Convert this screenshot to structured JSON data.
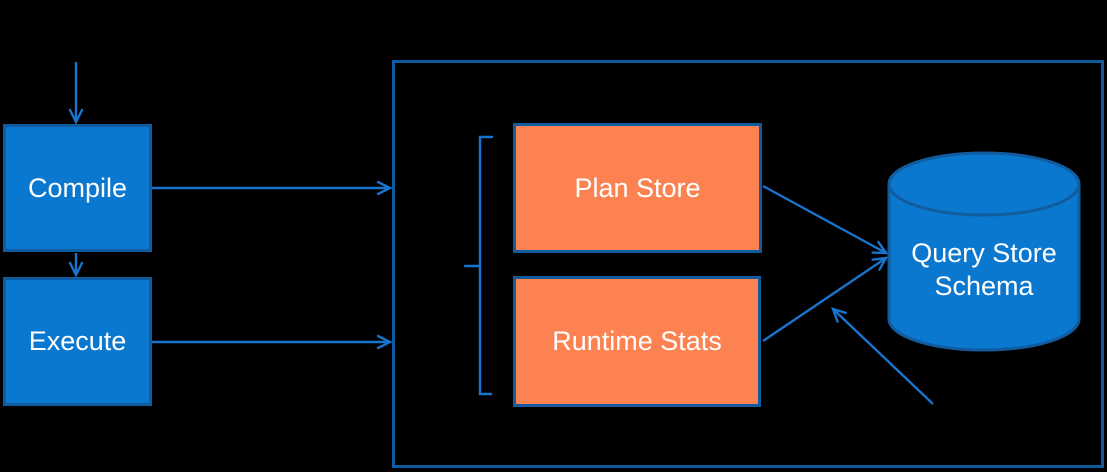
{
  "nodes": {
    "compile": "Compile",
    "execute": "Execute",
    "plan_store": "Plan Store",
    "runtime_stats": "Runtime Stats",
    "query_store_schema_line1": "Query Store",
    "query_store_schema_line2": "Schema"
  },
  "colors": {
    "background": "#000000",
    "process_fill": "#0B78D0",
    "store_fill": "#FC8351",
    "shape_border": "#115C9E",
    "container_border": "#115C9E",
    "connector": "#1874CC",
    "label_text": "#FFFFFF"
  }
}
